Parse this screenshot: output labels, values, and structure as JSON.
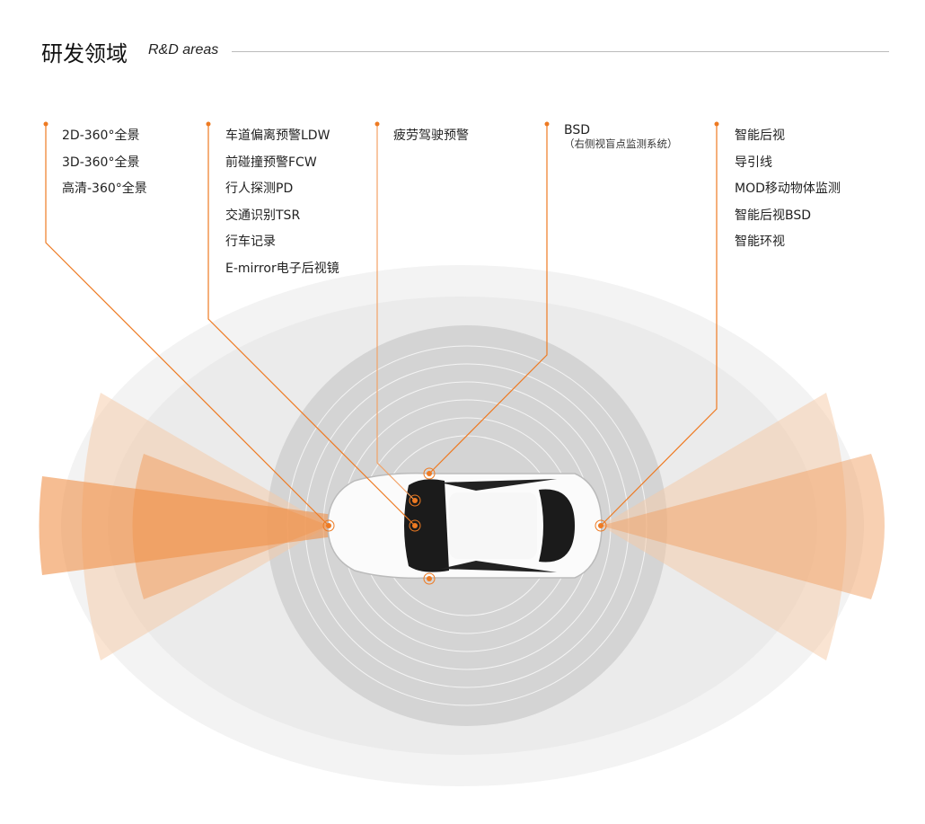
{
  "header": {
    "title": "研发领域",
    "subtitle": "R&D areas"
  },
  "groups": [
    {
      "items": [
        "2D-360°全景",
        "3D-360°全景",
        "高清-360°全景"
      ]
    },
    {
      "items": [
        "车道偏离预警LDW",
        "前碰撞预警FCW",
        "行人探测PD",
        "交通识别TSR",
        "行车记录",
        "E-mirror电子后视镜"
      ]
    },
    {
      "items": [
        "疲劳驾驶预警"
      ]
    },
    {
      "items": [
        "BSD"
      ],
      "note": "（右侧视盲点监测系统）"
    },
    {
      "items": [
        "智能后视",
        "导引线",
        "MOD移动物体监测",
        "智能后视BSD",
        "智能环视"
      ]
    }
  ],
  "colors": {
    "accent": "#ee7a22",
    "beam": "#f2a266"
  }
}
